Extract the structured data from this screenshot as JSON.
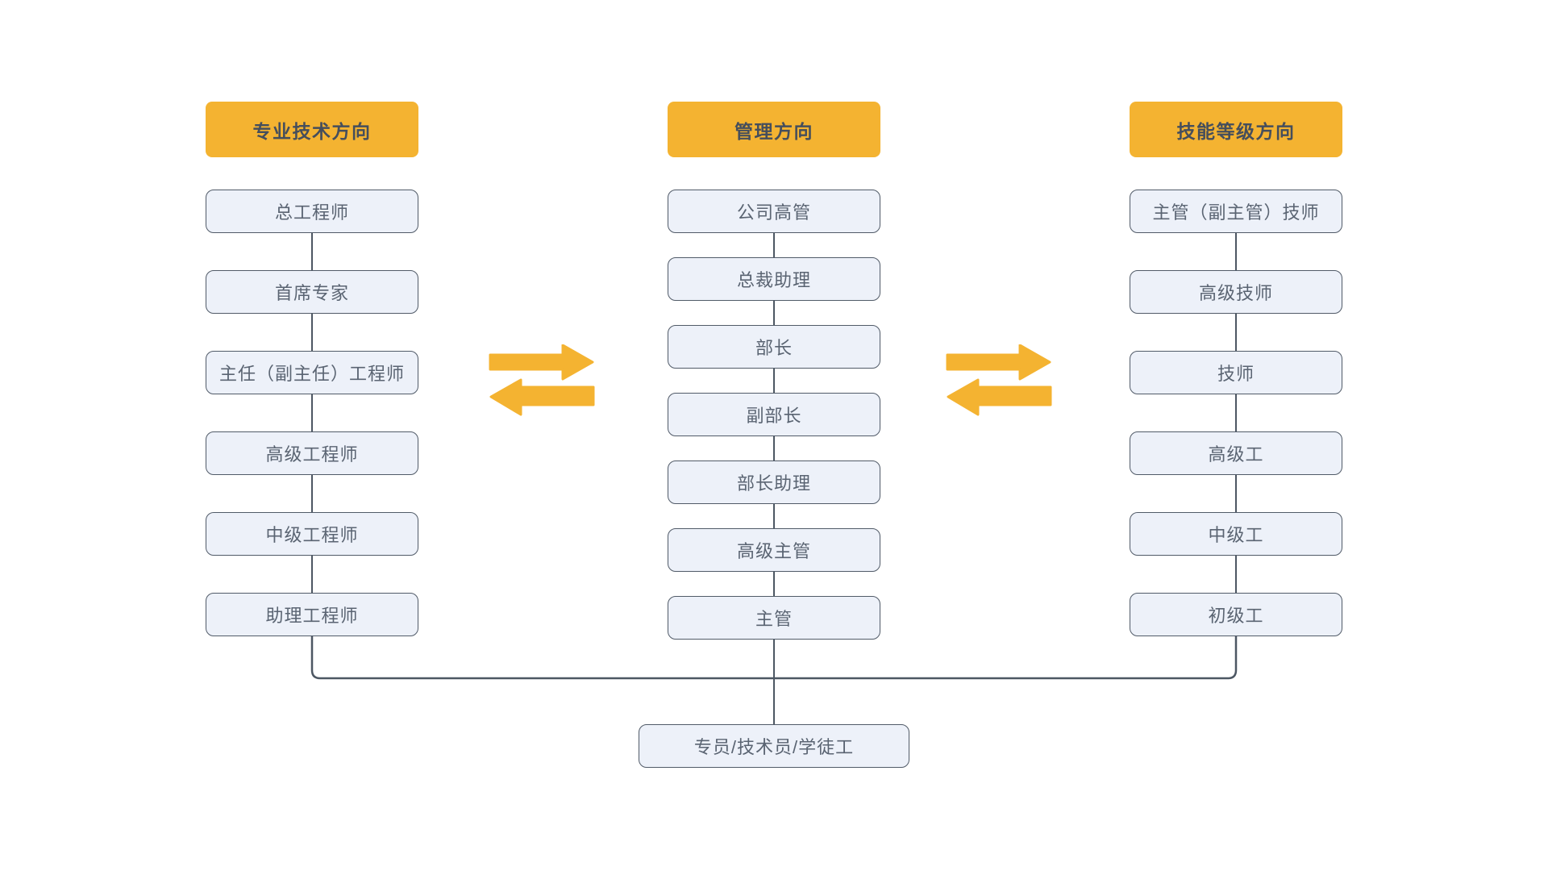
{
  "diagram": {
    "title_semantics": "career development paths diagram",
    "columns": [
      {
        "id": "technical",
        "header": "专业技术方向",
        "items": [
          "总工程师",
          "首席专家",
          "主任（副主任）工程师",
          "高级工程师",
          "中级工程师",
          "助理工程师"
        ]
      },
      {
        "id": "management",
        "header": "管理方向",
        "items": [
          "公司高管",
          "总裁助理",
          "部长",
          "副部长",
          "部长助理",
          "高级主管",
          "主管"
        ]
      },
      {
        "id": "skill",
        "header": "技能等级方向",
        "items": [
          "主管（副主管）技师",
          "高级技师",
          "技师",
          "高级工",
          "中级工",
          "初级工"
        ]
      }
    ],
    "base_node": "专员/技术员/学徒工",
    "arrows": {
      "meaning": "bidirectional exchange between adjacent career tracks",
      "color": "#F4B331"
    },
    "colors": {
      "header_fill": "#F4B331",
      "header_text": "#454E5C",
      "node_fill": "#EDF1F9",
      "node_border": "#515B68",
      "node_text": "#5A6472",
      "connector_line": "#4D5763",
      "background": "#FFFFFF"
    }
  }
}
